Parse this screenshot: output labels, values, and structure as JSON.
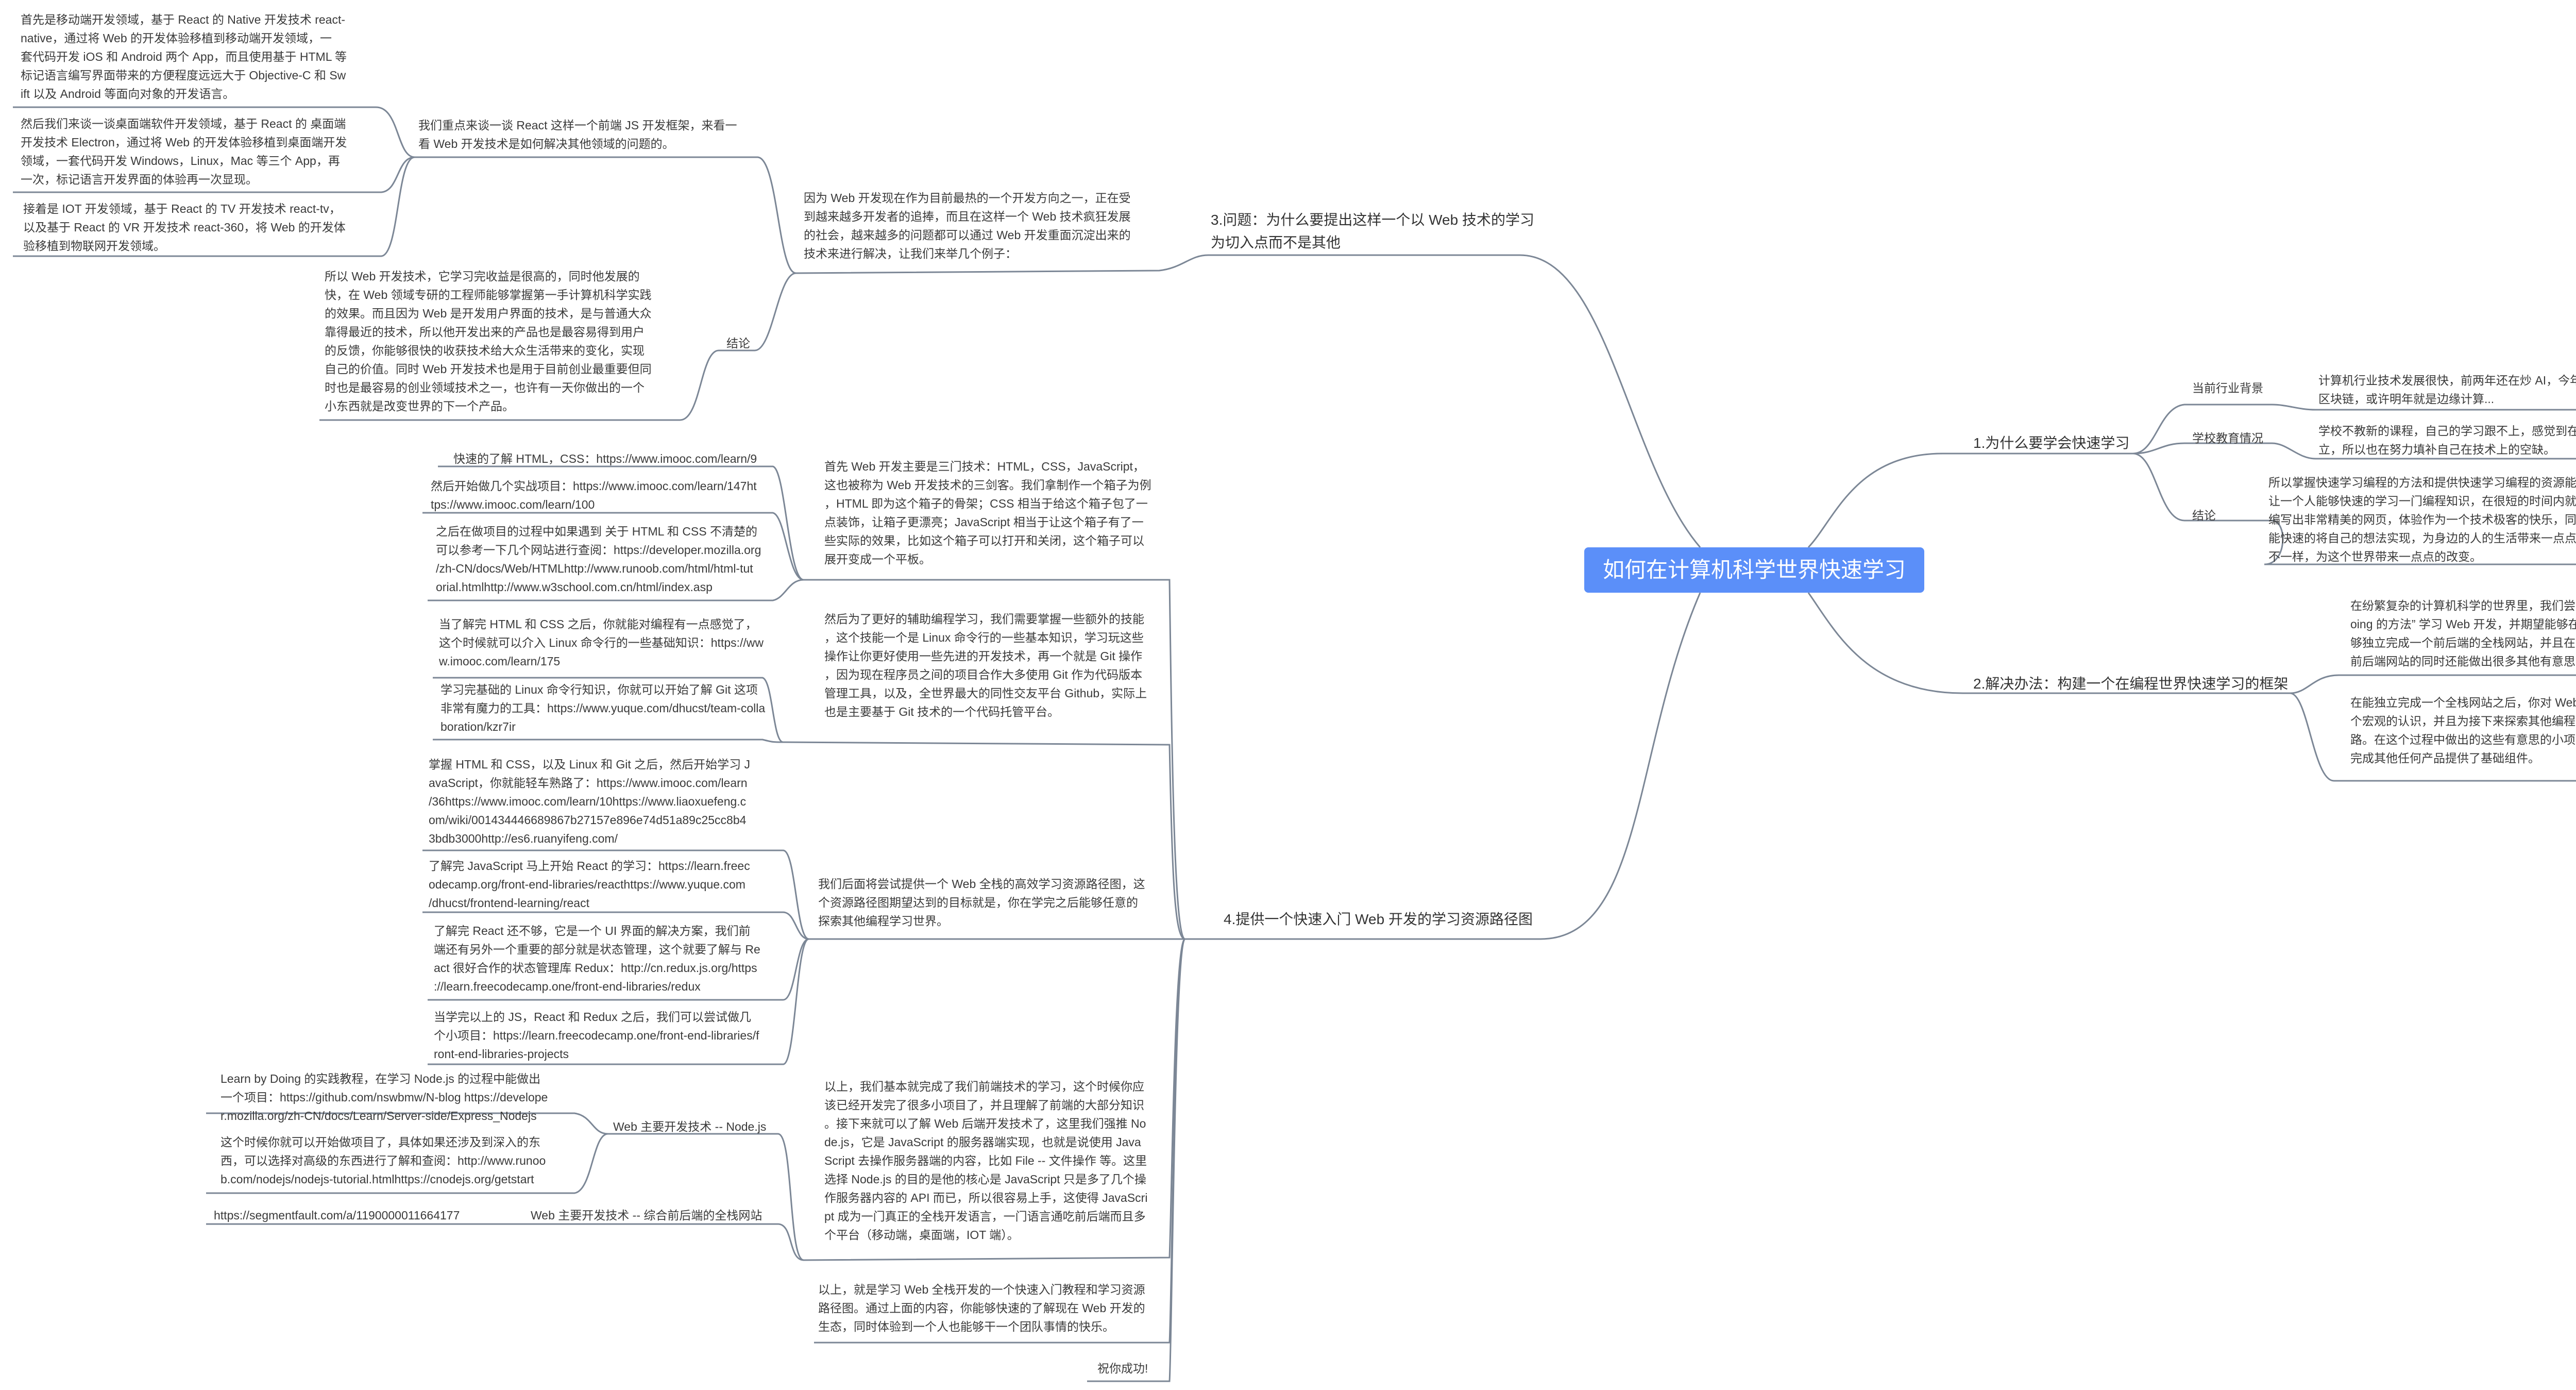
{
  "root": "如何在计算机科学世界快速学习",
  "b1": {
    "title": "1.为什么要学会快速学习",
    "c1": {
      "label": "当前行业背景",
      "text": "计算机行业技术发展很快，前两年还在炒 AI，今年就开始鼓吹\n区块链，或许明年就是边缘计算..."
    },
    "c2": {
      "label": "学校教育情况",
      "text": "学校不教新的课程，自己的学习跟不上，感觉到在技术上被孤\n立，所以也在努力填补自己在技术上的空缺。"
    },
    "c3": {
      "label": "结论",
      "text": "所以掌握快速学习编程的方法和提供快速学习编程的资源能够\n让一个人能够快速的学习一门编程知识，在很短的时间内就能\n编写出非常精美的网页，体验作为一个技术极客的快乐，同时\n能快速的将自己的想法实现，为身边的人的生活带来一点点的\n不一样，为这个世界带来一点点的改变。"
    }
  },
  "b2": {
    "title": "2.解决办法：构建一个在编程世界快速学习的框架",
    "c1": "在纷繁复杂的计算机科学的世界里，我们尝试使用 “Learn by D\noing 的方法” 学习 Web 开发，并期望能够在 2-3 个月之内能\n够独立完成一个前后端的全栈网站，并且在能够独立完成这个\n前后端网站的同时还能做出很多其他有意思的小项目",
    "c2": "在能独立完成一个全栈网站之后，你对 Web 编程的世界会有一\n个宏观的认识，并且为接下来探索其他编程技术学习铺平了道\n路。在这个过程中做出的这些有意思的小项目能够帮助你以后\n完成其他任何产品提供了基础组件。"
  },
  "b3": {
    "title": "3.问题：为什么要提出这样一个以 Web 技术的学习\n为切入点而不是其他",
    "intro": "因为 Web 开发现在作为目前最热的一个开发方向之一，正在受\n到越来越多开发者的追捧，而且在这样一个 Web 技术疯狂发展\n的社会，越来越多的问题都可以通过 Web 开发重面沉淀出来的\n技术来进行解决，让我们来举几个例子：",
    "sub": "我们重点来谈一谈 React 这样一个前端 JS 开发框架，来看一\n看 Web 开发技术是如何解决其他领域的问题的。",
    "l1": "首先是移动端开发领域，基于 React 的 Native 开发技术 react-\nnative，通过将 Web 的开发体验移植到移动端开发领域，一\n套代码开发 iOS 和 Android 两个 App，而且使用基于 HTML 等\n标记语言编写界面带来的方便程度远远大于 Objective-C 和 Sw\nift 以及 Android 等面向对象的开发语言。",
    "l2": "然后我们来谈一谈桌面端软件开发领域，基于 React 的 桌面端\n开发技术 Electron，通过将 Web 的开发体验移植到桌面端开发\n领域，一套代码开发 Windows，Linux，Mac 等三个 App，再\n一次，标记语言开发界面的体验再一次显现。",
    "l3": "接着是 IOT 开发领域，基于 React 的 TV 开发技术 react-tv，\n以及基于 React 的 VR 开发技术 react-360，将 Web 的开发体\n验移植到物联网开发领域。",
    "conclusion_label": "结论",
    "conclusion": "所以 Web 开发技术，它学习完收益是很高的，同时他发展的\n快，在 Web 领域专研的工程师能够掌握第一手计算机科学实践\n的效果。而且因为 Web 是开发用户界面的技术，是与普通大众\n靠得最近的技术，所以他开发出来的产品也是最容易得到用户\n的反馈，你能够很快的收获技术给大众生活带来的变化，实现\n自己的价值。同时 Web 开发技术也是用于目前创业最重要但同\n时也是最容易的创业领域技术之一，也许有一天你做出的一个\n小东西就是改变世界的下一个产品。"
  },
  "b4": {
    "title": "4.提供一个快速入门 Web 开发的学习资源路径图",
    "g1": {
      "text": "首先 Web 开发主要是三门技术：HTML，CSS，JavaScript，\n这也被称为 Web 开发技术的三剑客。我们拿制作一个箱子为例\n，HTML 即为这个箱子的骨架；CSS 相当于给这个箱子包了一\n点装饰，让箱子更漂亮；JavaScript 相当于让这个箱子有了一\n些实际的效果，比如这个箱子可以打开和关闭，这个箱子可以\n展开变成一个平板。",
      "l1": "快速的了解 HTML，CSS：https://www.imooc.com/learn/9",
      "l2": "然后开始做几个实战项目：https://www.imooc.com/learn/147ht\ntps://www.imooc.com/learn/100",
      "l3": "之后在做项目的过程中如果遇到 关于 HTML 和 CSS 不清楚的\n可以参考一下几个网站进行查阅：https://developer.mozilla.org\n/zh-CN/docs/Web/HTMLhttp://www.runoob.com/html/html-tut\norial.htmlhttp://www.w3school.com.cn/html/index.asp"
    },
    "g2": {
      "text": "然后为了更好的辅助编程学习，我们需要掌握一些额外的技能\n，这个技能一个是 Linux 命令行的一些基本知识，学习玩这些\n操作让你更好使用一些先进的开发技术，再一个就是 Git 操作\n，因为现在程序员之间的项目合作大多使用 Git 作为代码版本\n管理工具，以及，全世界最大的同性交友平台 Github，实际上\n也是主要基于 Git 技术的一个代码托管平台。",
      "l1": "当了解完 HTML 和 CSS 之后，你就能对编程有一点感觉了，\n这个时候就可以介入 Linux 命令行的一些基础知识：https://ww\nw.imooc.com/learn/175",
      "l2": "学习完基础的 Linux 命令行知识，你就可以开始了解 Git 这项\n非常有魔力的工具：https://www.yuque.com/dhucst/team-colla\nboration/kzr7ir"
    },
    "g3": {
      "text": "我们后面将尝试提供一个 Web 全栈的高效学习资源路径图，这\n个资源路径图期望达到的目标就是，你在学完之后能够任意的\n探索其他编程学习世界。",
      "l1": "掌握 HTML 和 CSS，以及 Linux 和 Git 之后，然后开始学习 J\navaScript，你就能轻车熟路了：https://www.imooc.com/learn\n/36https://www.imooc.com/learn/10https://www.liaoxuefeng.c\nom/wiki/001434446689867b27157e896e74d51a89c25cc8b4\n3bdb3000http://es6.ruanyifeng.com/",
      "l2": "了解完 JavaScript 马上开始 React 的学习：https://learn.freec\nodecamp.org/front-end-libraries/reacthttps://www.yuque.com\n/dhucst/frontend-learning/react",
      "l3": "了解完 React 还不够，它是一个 UI 界面的解决方案，我们前\n端还有另外一个重要的部分就是状态管理，这个就要了解与 Re\nact 很好合作的状态管理库 Redux：http://cn.redux.js.org/https\n://learn.freecodecamp.one/front-end-libraries/redux",
      "l4": "当学完以上的 JS，React 和 Redux 之后，我们可以尝试做几\n个小项目：https://learn.freecodecamp.one/front-end-libraries/f\nront-end-libraries-projects"
    },
    "g4": {
      "text": "以上，我们基本就完成了我们前端技术的学习，这个时候你应\n该已经开发完了很多小项目了，并且理解了前端的大部分知识\n。接下来就可以了解 Web 后端开发技术了，这里我们强推 No\nde.js，它是 JavaScript 的服务器端实现，也就是说使用 Java\nScript 去操作服务器端的内容，比如 File -- 文件操作 等。这里\n选择 Node.js 的目的是他的核心是 JavaScript 只是多了几个操\n作服务器内容的 API 而已，所以很容易上手，这使得 JavaScri\npt 成为一门真正的全栈开发语言，一门语言通吃前后端而且多\n个平台（移动端，桌面端，IOT 端）。",
      "node_label": "Web 主要开发技术 -- Node.js",
      "node_l1": "Learn by Doing 的实践教程，在学习 Node.js 的过程中能做出\n一个项目：https://github.com/nswbmw/N-blog https://develope\nr.mozilla.org/zh-CN/docs/Learn/Server-side/Express_Nodejs",
      "node_l2": "这个时候你就可以开始做项目了，具体如果还涉及到深入的东\n西，可以选择对高级的东西进行了解和查阅：http://www.runoo\nb.com/nodejs/nodejs-tutorial.htmlhttps://cnodejs.org/getstart",
      "full_label": "Web 主要开发技术 -- 综合前后端的全栈网站",
      "full_link": "https://segmentfault.com/a/1190000011664177"
    },
    "g5": "以上，就是学习 Web 全栈开发的一个快速入门教程和学习资源\n路径图。通过上面的内容，你能够快速的了解现在 Web 开发的\n生态，同时体验到一个人也能够干一个团队事情的快乐。",
    "g6": "祝你成功!"
  },
  "colors": {
    "root_bg": "#5b8ff9",
    "line": "#7c8796",
    "text": "#3a3a3a"
  }
}
